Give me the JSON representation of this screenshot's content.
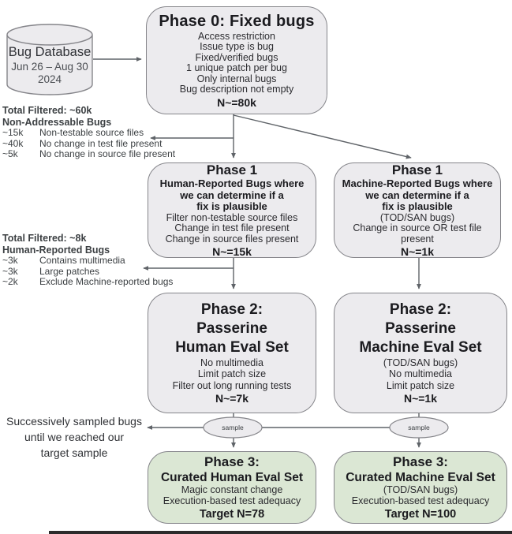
{
  "database": {
    "title": "Bug Database",
    "subtitle": "Jun 26 – Aug 30",
    "year": "2024"
  },
  "annotations": {
    "block1": {
      "title": "Total Filtered: ~60k",
      "subtitle": "Non-Addressable Bugs",
      "rows": [
        {
          "count": "~15k",
          "label": "Non-testable source files"
        },
        {
          "count": "~40k",
          "label": "No change in test file present"
        },
        {
          "count": "~5k",
          "label": "No change in source file present"
        }
      ]
    },
    "block2": {
      "title": "Total Filtered: ~8k",
      "subtitle": "Human-Reported Bugs",
      "rows": [
        {
          "count": "~3k",
          "label": "Contains multimedia"
        },
        {
          "count": "~3k",
          "label": "Large patches"
        },
        {
          "count": "~2k",
          "label": "Exclude Machine-reported bugs"
        }
      ]
    },
    "sample_note": {
      "line1": "Successively sampled bugs",
      "line2": "until we reached our",
      "line3": "target sample"
    }
  },
  "boxes": {
    "phase0": {
      "title": "Phase 0: Fixed bugs",
      "lines": [
        "Access restriction",
        "Issue type is bug",
        "Fixed/verified bugs",
        "1 unique patch per bug",
        "Only internal bugs",
        "Bug description not empty"
      ],
      "n": "N~=80k"
    },
    "phase1_human": {
      "title": "Phase 1",
      "bold_lines": [
        "Human-Reported Bugs where",
        "we can determine if a",
        "fix is plausible"
      ],
      "lines": [
        "Filter non-testable source files",
        "Change in test file present",
        "Change in source files present"
      ],
      "n": "N~=15k"
    },
    "phase1_machine": {
      "title": "Phase 1",
      "bold_lines": [
        "Machine-Reported Bugs where",
        "we can determine if a",
        "fix is plausible"
      ],
      "lines": [
        "(TOD/SAN bugs)",
        "Change in source OR test file present"
      ],
      "n": "N~=1k"
    },
    "phase2_human": {
      "title_lines": [
        "Phase 2:",
        "Passerine",
        "Human Eval Set"
      ],
      "lines": [
        "No multimedia",
        "Limit patch size",
        "Filter out long running tests"
      ],
      "n": "N~=7k"
    },
    "phase2_machine": {
      "title_lines": [
        "Phase 2:",
        "Passerine",
        "Machine Eval Set"
      ],
      "lines": [
        "(TOD/SAN bugs)",
        "No multimedia",
        "Limit patch size"
      ],
      "n": "N~=1k"
    },
    "phase3_human": {
      "title": "Phase 3:",
      "subtitle": "Curated Human Eval Set",
      "lines": [
        "Magic constant change",
        "Execution-based test adequacy"
      ],
      "n": "Target N=78"
    },
    "phase3_machine": {
      "title": "Phase 3:",
      "subtitle": "Curated Machine Eval Set",
      "lines": [
        "(TOD/SAN bugs)",
        "Execution-based test adequacy"
      ],
      "n": "Target N=100"
    }
  },
  "connectors": {
    "sample_label": "sample"
  },
  "colors": {
    "box_fill": "#ECEBEE",
    "green_fill": "#DBE7D4",
    "box_border": "#85858A",
    "arrow": "#5f6368",
    "annotation_text": "#3c4043",
    "bottom_bar": "#2b2b2b"
  }
}
